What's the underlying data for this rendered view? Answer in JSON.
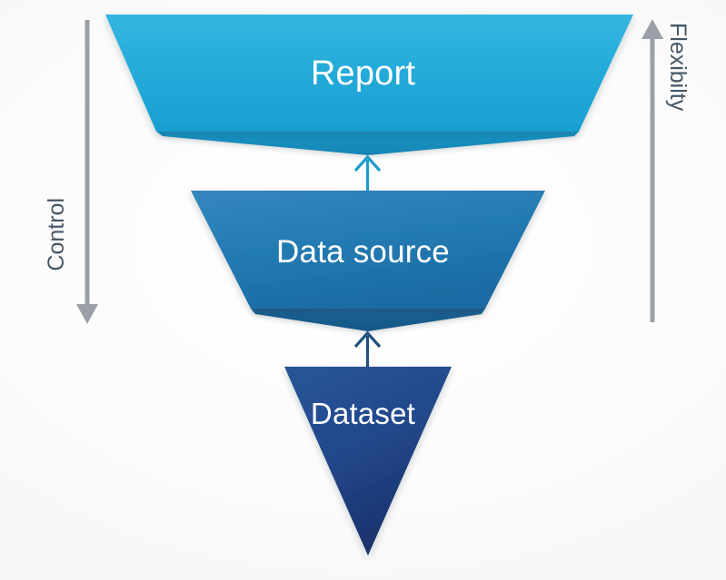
{
  "diagram": {
    "type": "inverted-funnel",
    "background_color": "#f6f6f6",
    "stages": [
      {
        "id": "report",
        "label": "Report",
        "shape": "trapezoid",
        "level": 1,
        "fill_top": "#31B3DE",
        "fill_bottom": "#1BA2D4",
        "shadow_color": "#1489B6",
        "text_color": "#ffffff"
      },
      {
        "id": "data-source",
        "label": "Data source",
        "shape": "trapezoid",
        "level": 2,
        "fill_top": "#2E81BA",
        "fill_bottom": "#1C6CA6",
        "shadow_color": "#185C8E",
        "text_color": "#ffffff"
      },
      {
        "id": "dataset",
        "label": "Dataset",
        "shape": "inverted-triangle",
        "level": 3,
        "fill_top": "#234F92",
        "fill_bottom": "#1B3268",
        "shadow_color": "#172C5C",
        "text_color": "#ffffff"
      }
    ],
    "connectors": [
      {
        "id": "dataset-to-data-source",
        "from": "dataset",
        "to": "data-source",
        "direction": "up",
        "color": "#20507F"
      },
      {
        "id": "data-source-to-report",
        "from": "data-source",
        "to": "report",
        "direction": "up",
        "color": "#1D9CCB"
      }
    ],
    "axes": [
      {
        "id": "control",
        "label": "Control",
        "side": "left",
        "direction": "down",
        "color": "#9AA0A6",
        "text_color": "#455765"
      },
      {
        "id": "flexibility",
        "label": "Flexibilty",
        "side": "right",
        "direction": "up",
        "color": "#9AA0A6",
        "text_color": "#455765"
      }
    ]
  }
}
